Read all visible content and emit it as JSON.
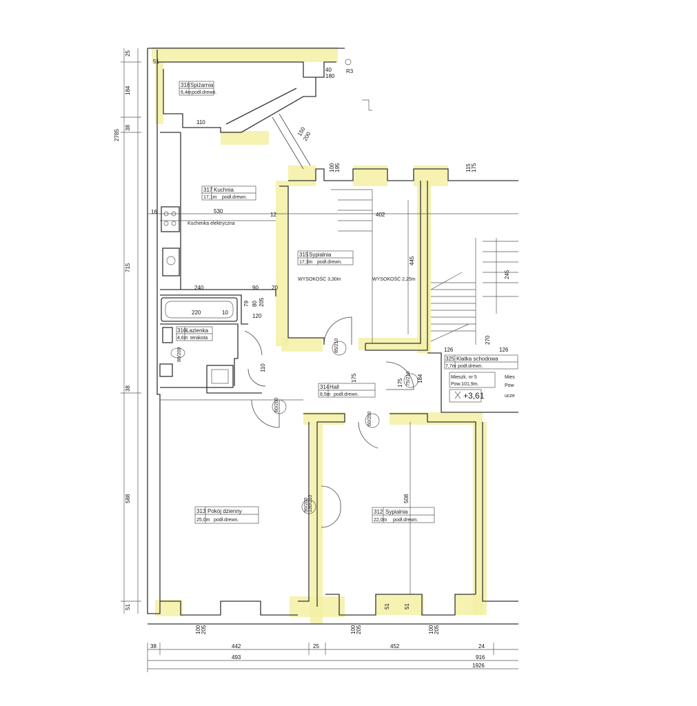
{
  "rooms": [
    {
      "id": "318",
      "name": "Spiżarnia",
      "area": "6,4m",
      "floor": "podł.drewn."
    },
    {
      "id": "317",
      "name": "Kuchnia",
      "area": "17,1m",
      "floor": "podł.drewn."
    },
    {
      "id": "316",
      "name": "Łazienka",
      "area": "4,6m",
      "floor": "terakota"
    },
    {
      "id": "315",
      "name": "Sypialnia",
      "area": "17,3m",
      "floor": "podł.drewn."
    },
    {
      "id": "314",
      "name": "Hall",
      "area": "8,5m",
      "floor": "podł.drewn."
    },
    {
      "id": "313",
      "name": "Pokój dzienny",
      "area": "25,0m",
      "floor": "podł.drewn."
    },
    {
      "id": "312",
      "name": "Sypialnia",
      "area": "22,0m",
      "floor": "podł.drewn."
    },
    {
      "id": "325",
      "name": "Klatka schodowa",
      "area": "7,7m",
      "floor": "podł.drewn."
    }
  ],
  "notes": {
    "cooker": "Kuchenka elektryczna",
    "height1": "WYSOKOŚĆ 3,30m",
    "height2": "WYSOKOŚĆ 2,25m",
    "flat_no": "Mieszk. nr 5",
    "flat_area": "Pow.101,9m.",
    "level": "+3,61",
    "r3": "R3",
    "side1": "Mies",
    "side2": "Pow",
    "side3": "ucze"
  },
  "dims_left": [
    "25",
    "184",
    "2785",
    "38",
    "715",
    "38",
    "588",
    "51"
  ],
  "dims_bottom": [
    "38",
    "442",
    "25",
    "452",
    "24",
    "493",
    "916",
    "1926"
  ],
  "dims_inner": {
    "d110a": "110",
    "d150": "150",
    "d200": "200",
    "d530": "530",
    "d12": "12",
    "d16": "16",
    "d402": "402",
    "d445": "445",
    "d240": "240",
    "d90": "90",
    "d20": "20",
    "d220": "220",
    "d10": "10",
    "d120": "120",
    "d80": "80",
    "d205": "205",
    "d79": "79",
    "d110b": "110",
    "d175a": "175",
    "d175b": "175",
    "d184": "184",
    "d508": "508",
    "d126a": "126",
    "d126b": "126",
    "d270": "270",
    "d245": "245",
    "d51a": "51",
    "d51b": "51",
    "d51c": "51",
    "d100a": "100",
    "d100b": "100",
    "d100c": "100",
    "d205a": "205",
    "d205b": "205",
    "d205c": "205",
    "d40": "40",
    "d180": "180",
    "d115": "115",
    "d175c": "175",
    "d100d": "100",
    "d195": "195"
  },
  "doors": [
    "85/210",
    "75/210",
    "80/200",
    "60/200",
    "90/200",
    "130/210",
    "80/200"
  ]
}
